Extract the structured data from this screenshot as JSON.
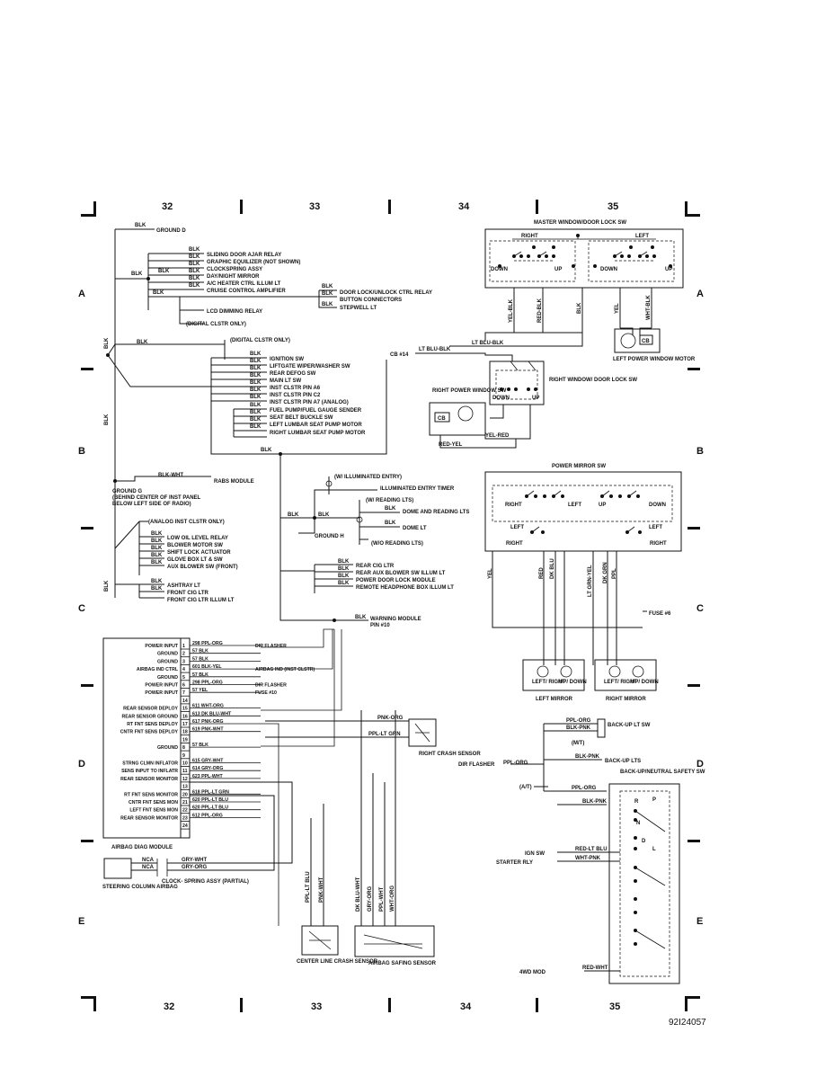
{
  "columns": [
    "32",
    "33",
    "34",
    "35"
  ],
  "rows": [
    "A",
    "B",
    "C",
    "D",
    "E"
  ],
  "figure_id": "92I24057",
  "ground_d": {
    "wire": "BLK",
    "label": "GROUND D",
    "circuits": [
      "SLIDING DOOR AJAR RELAY",
      "GRAPHIC EQUILIZER (NOT SHOWN)",
      "CLOCKSPRING ASSY",
      "DAY/NIGHT MIRROR",
      "A/C HEATER CTRL ILLUM LT",
      "CRUISE CONTROL AMPLIFIER",
      "LCD DIMMING RELAY"
    ],
    "digital_only": "(DIGITAL CLSTR ONLY)",
    "button_connectors": [
      "DOOR LOCK/UNLOCK CTRL RELAY",
      "BUTTON CONNECTORS",
      "STEPWELL LT"
    ]
  },
  "ground_group2": {
    "digital_only": "(DIGITAL CLSTR ONLY)",
    "circuits": [
      "IGNITION SW",
      "LIFTGATE WIPER/WASHER SW",
      "REAR DEFOG SW",
      "MAIN LT SW",
      "INST CLSTR PIN A6",
      "INST CLSTR PIN C2",
      "INST CLSTR PIN A7 (ANALOG)",
      "FUEL PUMP/FUEL GAUGE SENDER",
      "SEAT BELT BUCKLE SW",
      "LEFT LUMBAR SEAT PUMP MOTOR",
      "RIGHT LUMBAR SEAT PUMP MOTOR"
    ]
  },
  "ground_g": {
    "wire": "BLK-WHT",
    "rabs": "RABS MODULE",
    "label": "GROUND G",
    "note1": "(BEHIND CENTER OF INST PANEL",
    "note2": "BELOW LEFT SIDE OF RADIO)",
    "analog_only": "(ANALOG INST CLSTR ONLY)",
    "circuits": [
      "LOW OIL LEVEL RELAY",
      "BLOWER MOTOR SW",
      "SHIFT LOCK ACTUATOR",
      "GLOVE BOX LT & SW",
      "AUX BLOWER SW (FRONT)"
    ],
    "circuits2": [
      "ASHTRAY LT",
      "FRONT CIG LTR",
      "FRONT CIG LTR ILLUM LT"
    ]
  },
  "ground_h": {
    "label": "GROUND H",
    "illum_entry": "(W/ ILLUMINATED ENTRY)",
    "entry_timer": "ILLUMINATED ENTRY TIMER",
    "reading_lts": "(W/ READING LTS)",
    "dome_reading": "DOME AND READING LTS",
    "dome": "DOME LT",
    "wo_reading": "(W/O READING LTS)",
    "rear": [
      "REAR CIG LTR",
      "REAR AUX BLOWER SW ILLUM LT",
      "POWER DOOR LOCK MODULE",
      "REMOTE HEADPHONE BOX ILLUM LT"
    ],
    "warning": "WARNING MODULE",
    "warning_pin": "PIN #10"
  },
  "master_window": {
    "title": "MASTER WINDOW/DOOR LOCK SW",
    "right": "RIGHT",
    "left": "LEFT",
    "down": "DOWN",
    "up": "UP",
    "wires": [
      "YEL-BLK",
      "RED-BLK",
      "BLK",
      "YEL",
      "WHT-BLK"
    ],
    "motor": "LEFT POWER WINDOW MOTOR",
    "cb": "CB",
    "cb14": "CB #14",
    "lt_blu_blk": "LT BLU-BLK"
  },
  "right_window": {
    "title": "RIGHT WINDOW/ DOOR LOCK SW",
    "power_sw": "RIGHT POWER WINDOW SW",
    "wires": [
      "RED-YEL",
      "YEL-RED"
    ]
  },
  "power_mirror": {
    "title": "POWER MIRROR SW",
    "labels": [
      "RIGHT",
      "LEFT",
      "UP",
      "DOWN",
      "LEFT",
      "RIGHT"
    ],
    "wires": [
      "YEL",
      "RED",
      "DK BLU",
      "LT GRN-YEL",
      "DK GRN",
      "PPL"
    ],
    "fuse": "FUSE #6",
    "left_mirror": "LEFT MIRROR",
    "right_mirror": "RIGHT MIRROR",
    "lr": "LEFT/ RIGHT",
    "ud": "UP/ DOWN"
  },
  "airbag": {
    "module": "AIRBAG DIAG MODULE",
    "pins": [
      {
        "n": "1",
        "name": "POWER INPUT",
        "wire": "298 PPL-ORG",
        "dest": "DIR FLASHER"
      },
      {
        "n": "2",
        "name": "GROUND",
        "wire": "57 BLK",
        "dest": ""
      },
      {
        "n": "3",
        "name": "GROUND",
        "wire": "57 BLK",
        "dest": ""
      },
      {
        "n": "4",
        "name": "AIRBAG IND CTRL",
        "wire": "601 BLK-YEL",
        "dest": "AIRBAG IND (INST CLSTR)"
      },
      {
        "n": "5",
        "name": "GROUND",
        "wire": "57 BLK",
        "dest": ""
      },
      {
        "n": "6",
        "name": "POWER INPUT",
        "wire": "298 PPL-ORG",
        "dest": "DIR FLASHER"
      },
      {
        "n": "7",
        "name": "POWER INPUT",
        "wire": "57 YEL",
        "dest": "FUSE #10"
      },
      {
        "n": "14",
        "name": "",
        "wire": "",
        "dest": ""
      },
      {
        "n": "15",
        "name": "REAR SENSOR DEPLOY",
        "wire": "611 WHT-ORG",
        "dest": ""
      },
      {
        "n": "16",
        "name": "REAR SENSOR GROUND",
        "wire": "613 DK BLU-WHT",
        "dest": ""
      },
      {
        "n": "17",
        "name": "RT FNT SENS DEPLOY",
        "wire": "617 PNK-ORG",
        "dest": ""
      },
      {
        "n": "18",
        "name": "CNTR FNT SENS DEPLOY",
        "wire": "619 PNK-WHT",
        "dest": ""
      },
      {
        "n": "19",
        "name": "",
        "wire": "",
        "dest": ""
      },
      {
        "n": "8",
        "name": "GROUND",
        "wire": "57 BLK",
        "dest": ""
      },
      {
        "n": "9",
        "name": "",
        "wire": "",
        "dest": ""
      },
      {
        "n": "10",
        "name": "STRNG CLMN INFLATOR",
        "wire": "615 GRY-WHT",
        "dest": ""
      },
      {
        "n": "11",
        "name": "SENS INPUT TO INFLATR",
        "wire": "614 GRY-ORG",
        "dest": ""
      },
      {
        "n": "12",
        "name": "REAR SENSOR MONITOR",
        "wire": "623 PPL-WHT",
        "dest": ""
      },
      {
        "n": "13",
        "name": "",
        "wire": "",
        "dest": ""
      },
      {
        "n": "20",
        "name": "RT FNT SENS MONITOR",
        "wire": "618 PPL-LT GRN",
        "dest": ""
      },
      {
        "n": "21",
        "name": "CNTR FNT SENS MON",
        "wire": "620 PPL-LT BLU",
        "dest": ""
      },
      {
        "n": "22",
        "name": "LEFT FNT SENS MON",
        "wire": "620 PPL-LT BLU",
        "dest": ""
      },
      {
        "n": "23",
        "name": "REAR SENSOR MONITOR",
        "wire": "612 PPL-ORG",
        "dest": ""
      },
      {
        "n": "24",
        "name": "",
        "wire": "",
        "dest": ""
      }
    ],
    "right_crash": "RIGHT CRASH SENSOR",
    "pnk_org": "PNK-ORG",
    "ppl_lt_grn": "PPL-LT GRN",
    "steering": "STEERING COLUMN AIRBAG",
    "clockspring": "CLOCK- SPRING ASSY (PARTIAL)",
    "nca": "NCA",
    "gry_wht": "GRY-WHT",
    "gry_org": "GRY-ORG",
    "center_sensor": "CENTER LINE CRASH SENSOR",
    "safing_sensor": "AIRBAG SAFING SENSOR",
    "center_wires": [
      "PPL-LT BLU",
      "PNK-WHT"
    ],
    "safing_wires": [
      "DK BLU-WHT",
      "GRY-ORG",
      "PPL-WHT",
      "WHT-ORG"
    ]
  },
  "backup": {
    "backup_sw": "BACK-UP LT SW",
    "ppl_org": "PPL-ORG",
    "blk_pnk": "BLK-PNK",
    "mt": "(M/T)",
    "at": "(A/T)",
    "dir_flasher": "DIR FLASHER",
    "backup_lts": "BACK-UP LTS",
    "neutral": "BACK-UP/NEUTRAL SAFETY SW",
    "gears": [
      "R",
      "P",
      "N",
      "D",
      "L"
    ],
    "ign": "IGN SW",
    "ign_wire": "RED-LT BLU",
    "starter": "STARTER RLY",
    "starter_wire": "WHT-PNK",
    "fwd": "4WD MOD",
    "fwd_wire": "RED-WHT"
  }
}
